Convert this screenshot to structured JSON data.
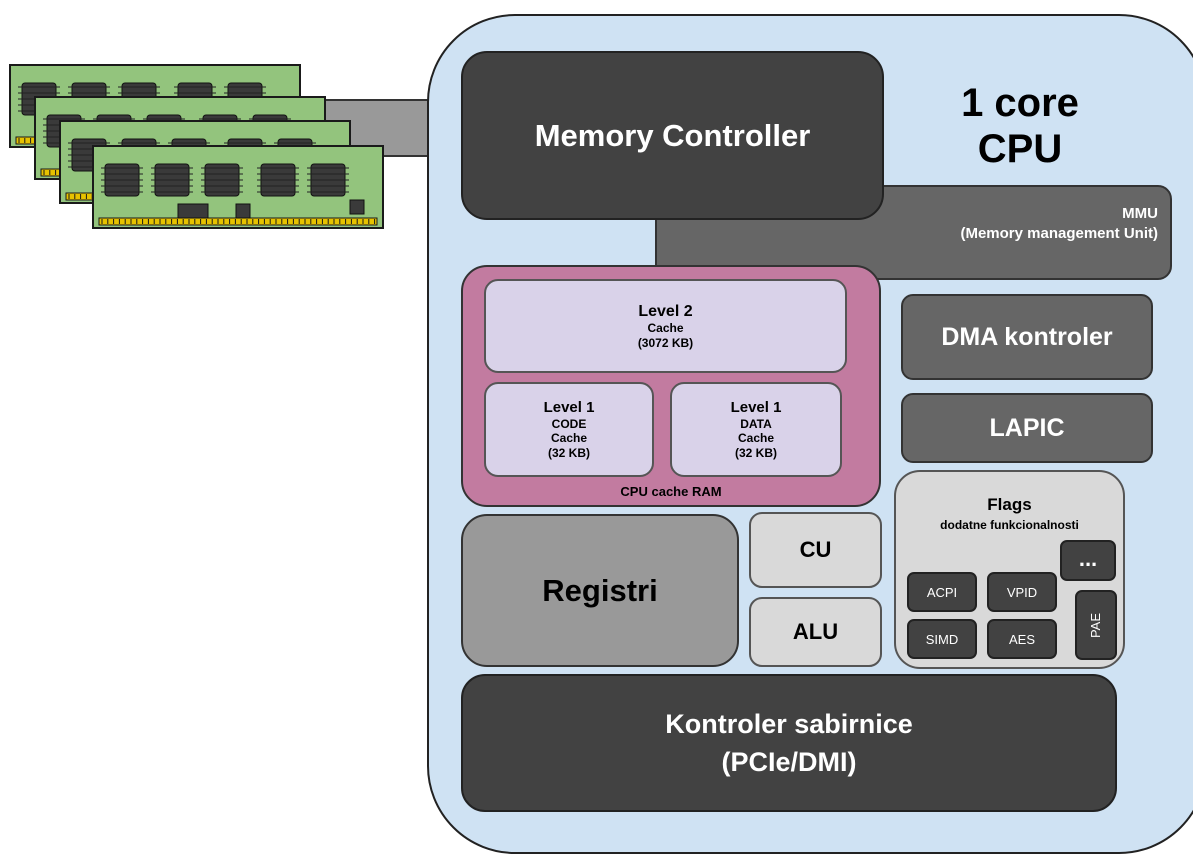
{
  "cpu": {
    "title_line1": "1 core",
    "title_line2": "CPU"
  },
  "memory_controller": {
    "label": "Memory Controller"
  },
  "mmu": {
    "line1": "MMU",
    "line2": "(Memory management Unit)"
  },
  "cache": {
    "group_label": "CPU cache RAM",
    "l2": {
      "line1": "Level 2",
      "line2": "Cache",
      "line3": "(3072 KB)"
    },
    "l1_code": {
      "line1": "Level 1",
      "line2": "CODE",
      "line3": "Cache",
      "line4": "(32 KB)"
    },
    "l1_data": {
      "line1": "Level 1",
      "line2": "DATA",
      "line3": "Cache",
      "line4": "(32 KB)"
    }
  },
  "dma": {
    "label": "DMA kontroler"
  },
  "lapic": {
    "label": "LAPIC"
  },
  "registri": {
    "label": "Registri"
  },
  "cu": {
    "label": "CU"
  },
  "alu": {
    "label": "ALU"
  },
  "flags": {
    "title": "Flags",
    "subtitle": "dodatne funkcionalnosti",
    "items": {
      "acpi": "ACPI",
      "vpid": "VPID",
      "simd": "SIMD",
      "aes": "AES",
      "pae": "PAE",
      "more": "..."
    }
  },
  "bus": {
    "line1": "Kontroler sabirnice",
    "line2": "(PCIe/DMI)"
  }
}
